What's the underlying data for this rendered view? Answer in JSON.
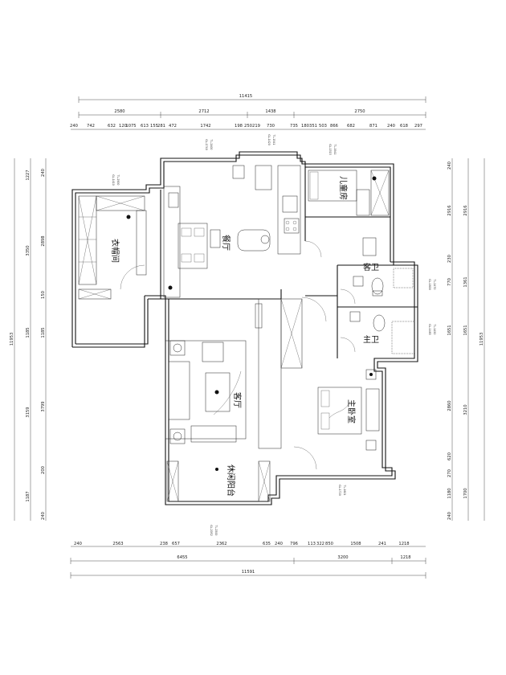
{
  "dims": {
    "top_total": "11415",
    "top_mid": [
      "2580",
      "2712",
      "1438",
      "2750"
    ],
    "top_fine": [
      "240",
      "742",
      "632",
      "120",
      "1075",
      "613",
      "155",
      "281",
      "472",
      "1742",
      "198",
      "250",
      "219",
      "730",
      "735",
      "180",
      "351",
      "503",
      "866",
      "682",
      "871",
      "240",
      "618",
      "297"
    ],
    "bottom_fine": [
      "240",
      "2563",
      "238",
      "657",
      "2362",
      "635",
      "240",
      "796",
      "113",
      "322",
      "850",
      "1508",
      "241",
      "1218"
    ],
    "bottom_mid": [
      "6455",
      "3200",
      "1218"
    ],
    "bottom_total": "11591",
    "left_total": "11953",
    "left_mid": [
      "1227",
      "3350",
      "1185",
      "3159",
      "1187"
    ],
    "left_fine": [
      "240",
      "2898",
      "150",
      "1185",
      "3799",
      "200",
      "240"
    ],
    "right_total": "11953",
    "right_mid": [
      "2916",
      "1361",
      "1651",
      "3210",
      "1700"
    ],
    "right_fine": [
      "240",
      "2916",
      "230",
      "770",
      "1651",
      "2860",
      "620",
      "270",
      "1180",
      "240"
    ]
  },
  "rooms": {
    "cloakroom": "衣帽间",
    "dining": "餐厅",
    "child_room": "儿童房",
    "guest_bath": "客卫",
    "master_bath": "主卫",
    "living": "客厅",
    "master_bedroom": "主卧室",
    "leisure_balcony": "休闲阳台"
  },
  "tags": {
    "t1": "GL-1740",
    "t1b": "TL-2400",
    "t2": "GL-1420",
    "t2b": "TL-1541",
    "t3": "GL-1515",
    "t3b": "TL-1941",
    "t4": "GL-1410",
    "t4b": "TL-2900",
    "t5": "GL-1800",
    "t5b": "TL-2470",
    "t6": "GL-1485",
    "t6b": "TL-1450",
    "t7": "GL-1720",
    "t7b": "TL-1601",
    "t8": "GL-2052",
    "t8b": "TL-2500"
  }
}
